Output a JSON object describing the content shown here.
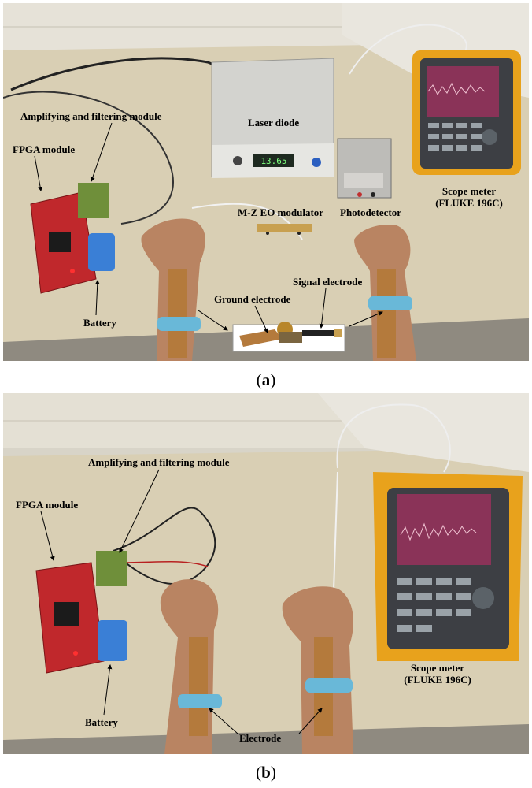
{
  "panel_a": {
    "caption_open": "(",
    "caption_letter": "a",
    "caption_close": ")",
    "labels": {
      "amplifying": "Amplifying and filtering module",
      "fpga": "FPGA module",
      "laser": "Laser diode",
      "laser_display": "13.65",
      "modulator": "M-Z EO modulator",
      "photodetector": "Photodetector",
      "scope_line1": "Scope meter",
      "scope_line2": "(FLUKE 196C)",
      "signal_electrode": "Signal electrode",
      "ground_electrode": "Ground electrode",
      "battery": "Battery"
    }
  },
  "panel_b": {
    "caption_open": "(",
    "caption_letter": "b",
    "caption_close": ")",
    "labels": {
      "amplifying": "Amplifying and filtering module",
      "fpga": "FPGA module",
      "scope_line1": "Scope meter",
      "scope_line2": "(FLUKE 196C)",
      "battery": "Battery",
      "electrode": "Electrode"
    }
  },
  "colors": {
    "desk": "#d9cfb4",
    "wall": "#dcd8cc",
    "board_red": "#c0282c",
    "battery_blue": "#3a7fd6",
    "band_blue": "#69b8d8",
    "scope_yellow": "#e8a21c",
    "scope_screen": "#8a3358",
    "copper": "#b47a3c"
  }
}
